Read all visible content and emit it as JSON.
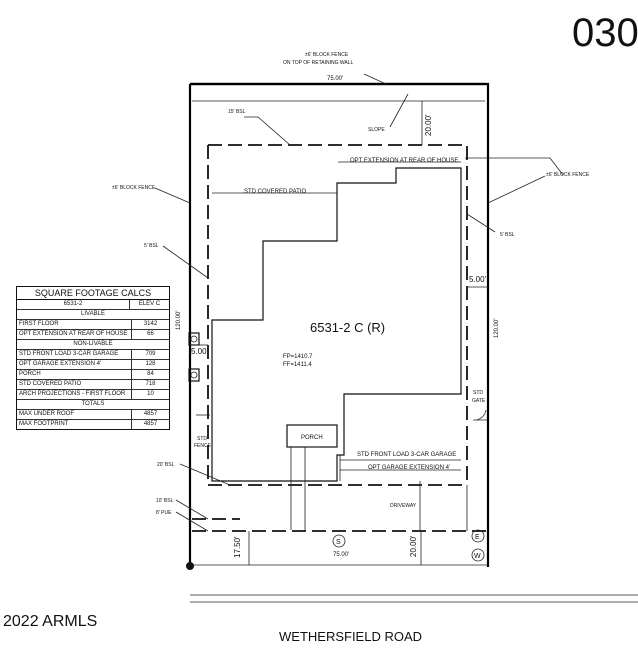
{
  "lot_number": "030",
  "copyright": "2022 ARMLS",
  "street_name": "WETHERSFIELD ROAD",
  "plan_label": "6531-2 C (R)",
  "elevations": {
    "fp": "FP=1410.7",
    "ff": "FF=1411.4"
  },
  "labels": {
    "rear_fence_line1": "±6' BLOCK FENCE",
    "rear_fence_line2": "ON TOP OF RETAINING WALL",
    "rear_width": "75.00'",
    "rear_bsl": "15' BSL",
    "slope": "SLOPE",
    "rear_setback": "20.00'",
    "opt_extension_rear": "OPT EXTENSION AT REAR OF HOUSE",
    "right_fence": "±6' BLOCK FENCE",
    "left_fence": "±6' BLOCK FENCE",
    "std_covered_patio": "STD COVERED PATIO",
    "right_bsl": "5' BSL",
    "left_bsl": "5' BSL",
    "right_side_setback": "5.00'",
    "right_depth": "120.00'",
    "left_depth": "120.00'",
    "left_side_setback": "5.00'",
    "std_gate_line1": "STD",
    "std_gate_line2": "GATE",
    "std_fence_line1": "STD",
    "std_fence_line2": "FENCE",
    "porch": "PORCH",
    "garage": "STD FRONT LOAD 3-CAR GARAGE",
    "opt_garage_ext": "OPT GARAGE EXTENSION 4'",
    "front_bsl": "20' BSL",
    "bsl_10": "10' BSL",
    "pue": "8' PUE",
    "driveway": "DRIVEWAY",
    "front_left_dim": "17.50'",
    "front_width": "75.00'",
    "front_setback": "20.00'",
    "sewer_symbol": "S",
    "electric_symbol": "E",
    "water_symbol": "W"
  },
  "sqft_table": {
    "title": "SQUARE FOOTAGE CALCS",
    "header": {
      "plan": "6531-2",
      "elevation": "ELEV C"
    },
    "rows": [
      {
        "kind": "section",
        "label": "LIVABLE"
      },
      {
        "kind": "item",
        "label": "FIRST FLOOR",
        "value": "3142"
      },
      {
        "kind": "item",
        "label": "OPT EXTENSION AT REAR OF HOUSE",
        "value": "66"
      },
      {
        "kind": "section",
        "label": "NON-LIVABLE"
      },
      {
        "kind": "item",
        "label": "STD FRONT LOAD 3-CAR GARAGE",
        "value": "709"
      },
      {
        "kind": "item",
        "label": "OPT GARAGE EXTENSION 4'",
        "value": "128"
      },
      {
        "kind": "item",
        "label": "PORCH",
        "value": "84"
      },
      {
        "kind": "item",
        "label": "STD COVERED PATIO",
        "value": "718"
      },
      {
        "kind": "item",
        "label": "ARCH PROJECTIONS - FIRST FLOOR",
        "value": "10"
      },
      {
        "kind": "section",
        "label": "TOTALS"
      },
      {
        "kind": "item",
        "label": "MAX UNDER ROOF",
        "value": "4857"
      },
      {
        "kind": "item",
        "label": "MAX FOOTPRINT",
        "value": "4857"
      }
    ]
  }
}
